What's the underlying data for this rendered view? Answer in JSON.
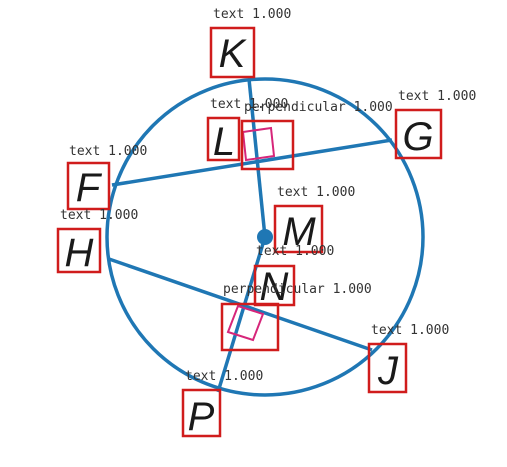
{
  "colors": {
    "geometry": "#1f77b4",
    "right_angle": "#d6267a",
    "box": "#d01c1c",
    "label": "#1a1a1a",
    "annotation": "#333333"
  },
  "points": {
    "K": "K",
    "L": "L",
    "G": "G",
    "F": "F",
    "M": "M",
    "H": "H",
    "N": "N",
    "J": "J",
    "P": "P"
  },
  "annotations": {
    "K": "text 1.000",
    "L": "text 1.000",
    "G": "text 1.000",
    "F": "text 1.000",
    "M": "text 1.000",
    "H": "text 1.000",
    "N": "text 1.000",
    "J": "text 1.000",
    "P": "text 1.000",
    "perp_top": "perpendicular 1.000",
    "perp_bottom": "perpendicular 1.000"
  }
}
